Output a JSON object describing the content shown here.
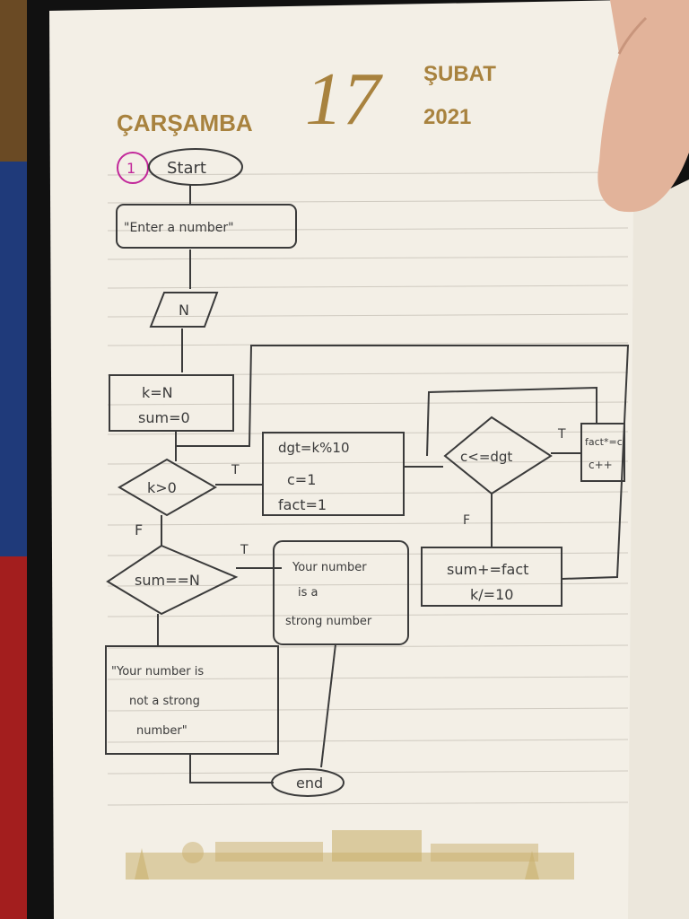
{
  "header": {
    "weekday": "ÇARŞAMBA",
    "day": "17",
    "month": "ŞUBAT",
    "year": "2021"
  },
  "flowchart": {
    "label": "1",
    "start": "Start",
    "input_prompt": "\"Enter a number\"",
    "read": "N",
    "init_k": "k=N",
    "init_sum": "sum=0",
    "loop_cond": "k>0",
    "digit": "dgt=k%10",
    "counter": "c=1",
    "fact_init": "fact=1",
    "inner_cond": "c<=dgt",
    "inner_body_1": "fact*=c",
    "inner_body_2": "c++",
    "sum_update": "sum+=fact",
    "k_update": "k/=10",
    "check": "sum==N",
    "out_true_1": "Your number",
    "out_true_2": "is a",
    "out_true_3": "strong number",
    "out_false_1": "\"Your number is",
    "out_false_2": "not a strong",
    "out_false_3": "number\"",
    "end": "end",
    "true_mark": "T",
    "false_mark": "F"
  },
  "colors": {
    "paper": "#f3efe6",
    "ink": "#3b3b3b",
    "gold": "#a8823e",
    "circle": "#c2289a",
    "lines": "#cfcac0"
  }
}
